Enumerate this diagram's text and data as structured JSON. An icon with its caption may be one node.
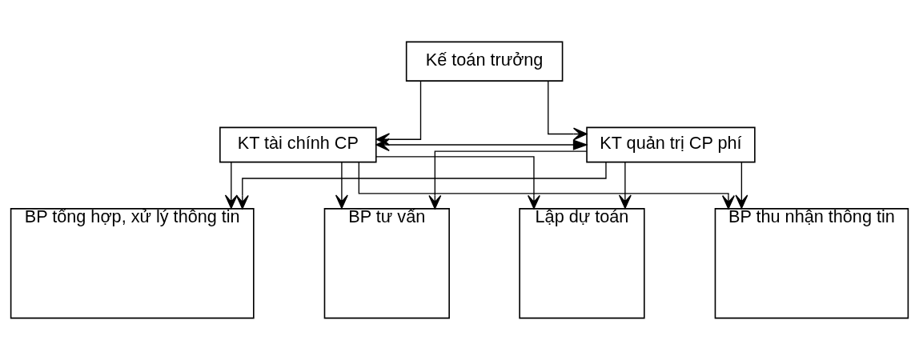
{
  "diagram": {
    "nodes": [
      {
        "text": [
          "Kế toán trưởng"
        ]
      },
      {
        "text": [
          "KT tài chính CP"
        ]
      },
      {
        "text": [
          "KT quản trị CP phí"
        ]
      },
      {
        "text": [
          "Lập dự toán"
        ]
      },
      {
        "text": [
          "BP thu nhận thông tin"
        ]
      },
      {
        "text": [
          "BP tổng hợp, xử lý thông tin"
        ]
      },
      {
        "text": [
          "BP tư vấn"
        ]
      }
    ],
    "edges": [
      {
        "from": 0,
        "to": 1,
        "arrow": "to"
      },
      {
        "from": 0,
        "to": 2,
        "arrow": "to"
      },
      {
        "from": 1,
        "to": 2,
        "arrow": "both"
      },
      {
        "from": 1,
        "to": 3,
        "arrow": "to"
      },
      {
        "from": 1,
        "to": 4,
        "arrow": "to"
      },
      {
        "from": 1,
        "to": 5,
        "arrow": "to"
      },
      {
        "from": 1,
        "to": 6,
        "arrow": "to"
      },
      {
        "from": 2,
        "to": 3,
        "arrow": "to"
      },
      {
        "from": 2,
        "to": 4,
        "arrow": "to"
      },
      {
        "from": 2,
        "to": 5,
        "arrow": "to"
      },
      {
        "from": 2,
        "to": 6,
        "arrow": "to"
      }
    ]
  }
}
